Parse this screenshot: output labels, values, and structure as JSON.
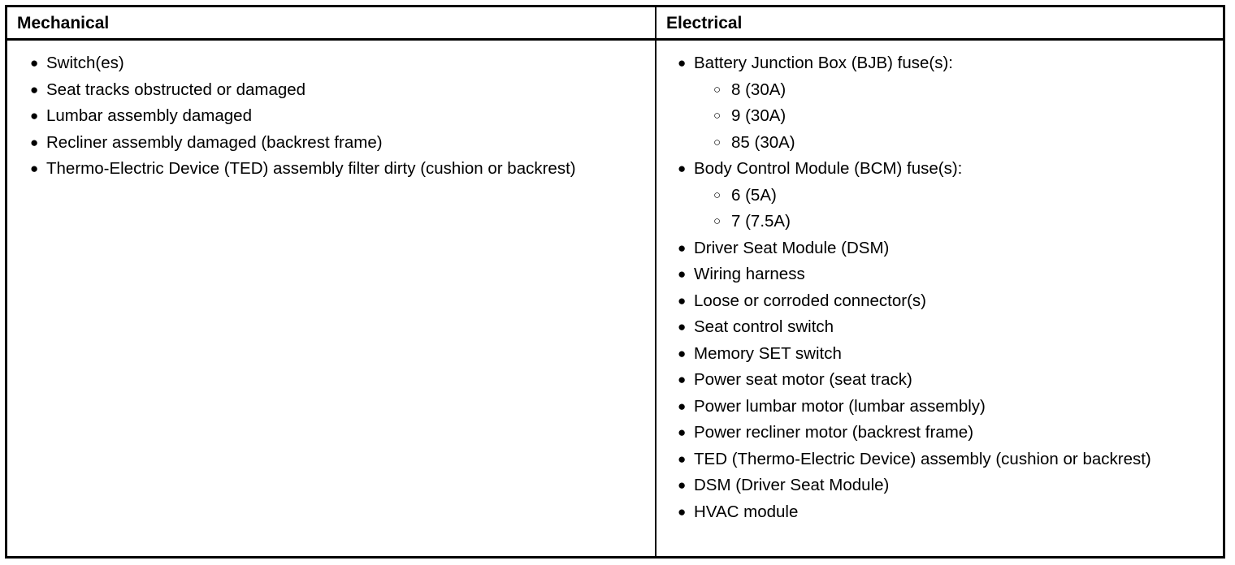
{
  "table": {
    "columns": [
      {
        "key": "mechanical",
        "header": "Mechanical",
        "items": [
          {
            "marker": "●",
            "text": "Switch(es)",
            "subitems": []
          },
          {
            "marker": "●",
            "text": "Seat tracks obstructed or damaged",
            "subitems": []
          },
          {
            "marker": "●",
            "text": "Lumbar assembly damaged",
            "subitems": []
          },
          {
            "marker": "●",
            "text": "Recliner assembly damaged (backrest frame)",
            "subitems": []
          },
          {
            "marker": "●",
            "text": "Thermo-Electric Device (TED) assembly filter dirty (cushion or backrest)",
            "subitems": []
          }
        ]
      },
      {
        "key": "electrical",
        "header": "Electrical",
        "items": [
          {
            "marker": "●",
            "text": "Battery Junction Box (BJB) fuse(s):",
            "subitems": [
              {
                "marker": "○",
                "text": "8 (30A)"
              },
              {
                "marker": "○",
                "text": "9 (30A)"
              },
              {
                "marker": "○",
                "text": "85 (30A)"
              }
            ]
          },
          {
            "marker": "●",
            "text": "Body Control Module (BCM) fuse(s):",
            "subitems": [
              {
                "marker": "○",
                "text": "6 (5A)"
              },
              {
                "marker": "○",
                "text": "7 (7.5A)"
              }
            ]
          },
          {
            "marker": "●",
            "text": "Driver Seat Module (DSM)",
            "subitems": []
          },
          {
            "marker": "●",
            "text": "Wiring harness",
            "subitems": []
          },
          {
            "marker": "●",
            "text": "Loose or corroded connector(s)",
            "subitems": []
          },
          {
            "marker": "●",
            "text": "Seat control switch",
            "subitems": []
          },
          {
            "marker": "●",
            "text": "Memory SET switch",
            "subitems": []
          },
          {
            "marker": "●",
            "text": "Power seat motor (seat track)",
            "subitems": []
          },
          {
            "marker": "●",
            "text": "Power lumbar motor (lumbar assembly)",
            "subitems": []
          },
          {
            "marker": "●",
            "text": "Power recliner motor (backrest frame)",
            "subitems": []
          },
          {
            "marker": "●",
            "text": "TED (Thermo-Electric Device) assembly (cushion or backrest)",
            "subitems": []
          },
          {
            "marker": "●",
            "text": "DSM (Driver Seat Module)",
            "subitems": []
          },
          {
            "marker": "●",
            "text": "HVAC module",
            "subitems": []
          }
        ]
      }
    ]
  },
  "colors": {
    "border": "#000000",
    "text": "#000000",
    "background": "#ffffff"
  }
}
